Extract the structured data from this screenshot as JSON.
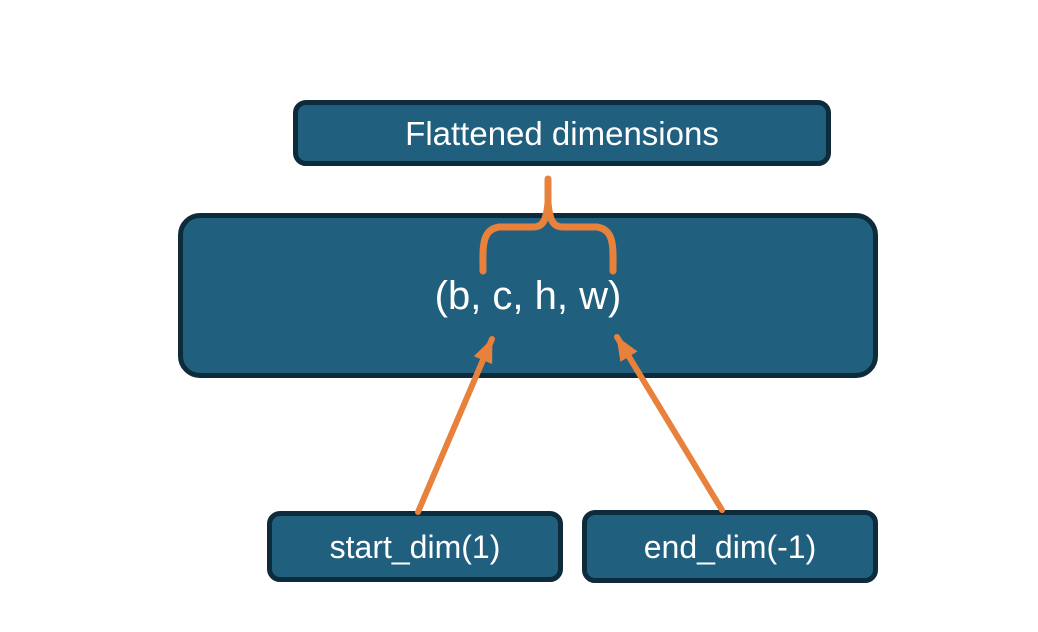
{
  "diagram": {
    "nodes": {
      "title": "Flattened dimensions",
      "tensor": "(b, c, h, w)",
      "start_dim": "start_dim(1)",
      "end_dim": "end_dim(-1)"
    },
    "colors": {
      "node_fill": "#20607E",
      "node_border": "#0E2B3B",
      "accent": "#E8813C",
      "text": "#FFFFFF",
      "background": "#FFFFFF"
    }
  }
}
